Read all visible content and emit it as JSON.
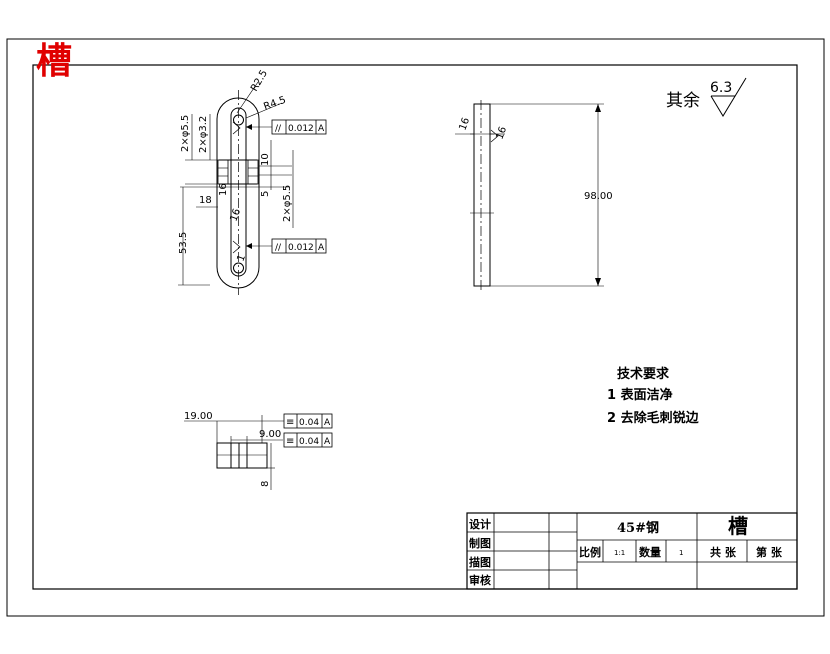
{
  "stamp_title": "槽",
  "roughness": {
    "label": "其余",
    "value": "6.3"
  },
  "front_view": {
    "r_small": "R2.5",
    "r_large": "R4.5",
    "dia_top": "2×φ5.5",
    "dia_mid": "2×φ3.2",
    "dim_10": "10",
    "dim_5": "5",
    "dim_16a": "16",
    "dim_18": "18",
    "dim_535": "53.5",
    "dia_bottom": "2×φ5.5",
    "dim_16b": "16",
    "dim_1": "1",
    "tol_top_symbol": "//",
    "tol_top_value": "0.012",
    "tol_top_datum": "A",
    "tol_bottom_symbol": "//",
    "tol_bottom_value": "0.012",
    "tol_bottom_datum": "A"
  },
  "side_view": {
    "dim_16": "16",
    "dim_91": "16",
    "dim_height": "98.00"
  },
  "section_view": {
    "dim_width": "19.00",
    "dim_inner": "9.00",
    "dim_height": "8",
    "tol1_symbol": "≡",
    "tol1_value": "0.04",
    "tol1_datum": "A",
    "tol2_symbol": "≡",
    "tol2_value": "0.04",
    "tol2_datum": "A"
  },
  "tech_req": {
    "title": "技术要求",
    "items": [
      "1 表面洁净",
      "2 去除毛刺锐边"
    ]
  },
  "title_block": {
    "material": "45#钢",
    "part_name": "槽",
    "row_design": "设计",
    "row_draw": "制图",
    "row_trace": "描图",
    "row_check": "审核",
    "scale_label": "比例",
    "scale_value": "1:1",
    "qty_label": "数量",
    "qty_value": "1",
    "total_label": "共 张",
    "sheet_label": "第 张"
  }
}
